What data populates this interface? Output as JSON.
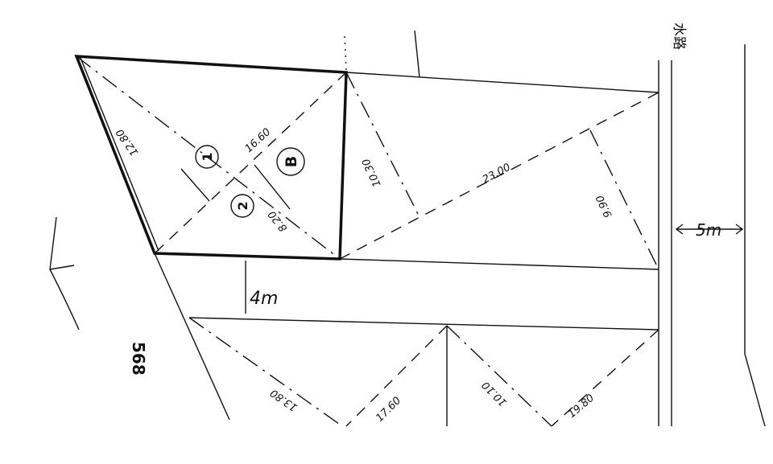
{
  "labels": {
    "waterway": "水路",
    "waterway_width": "5m",
    "road_width": "4m",
    "lot_number": "568"
  },
  "lot_markers": {
    "one": "①",
    "two": "②",
    "b": "Ⓑ"
  },
  "measurements": {
    "m_12_80": "12.80",
    "m_16_60": "16.60",
    "m_8_20": "8.20",
    "m_10_30": "10.30",
    "m_23_00": "23.00",
    "m_9_90": "9.90",
    "m_13_80": "13.80",
    "m_17_60": "17.60",
    "m_10_10": "10.10",
    "m_19_80": "19.80"
  }
}
